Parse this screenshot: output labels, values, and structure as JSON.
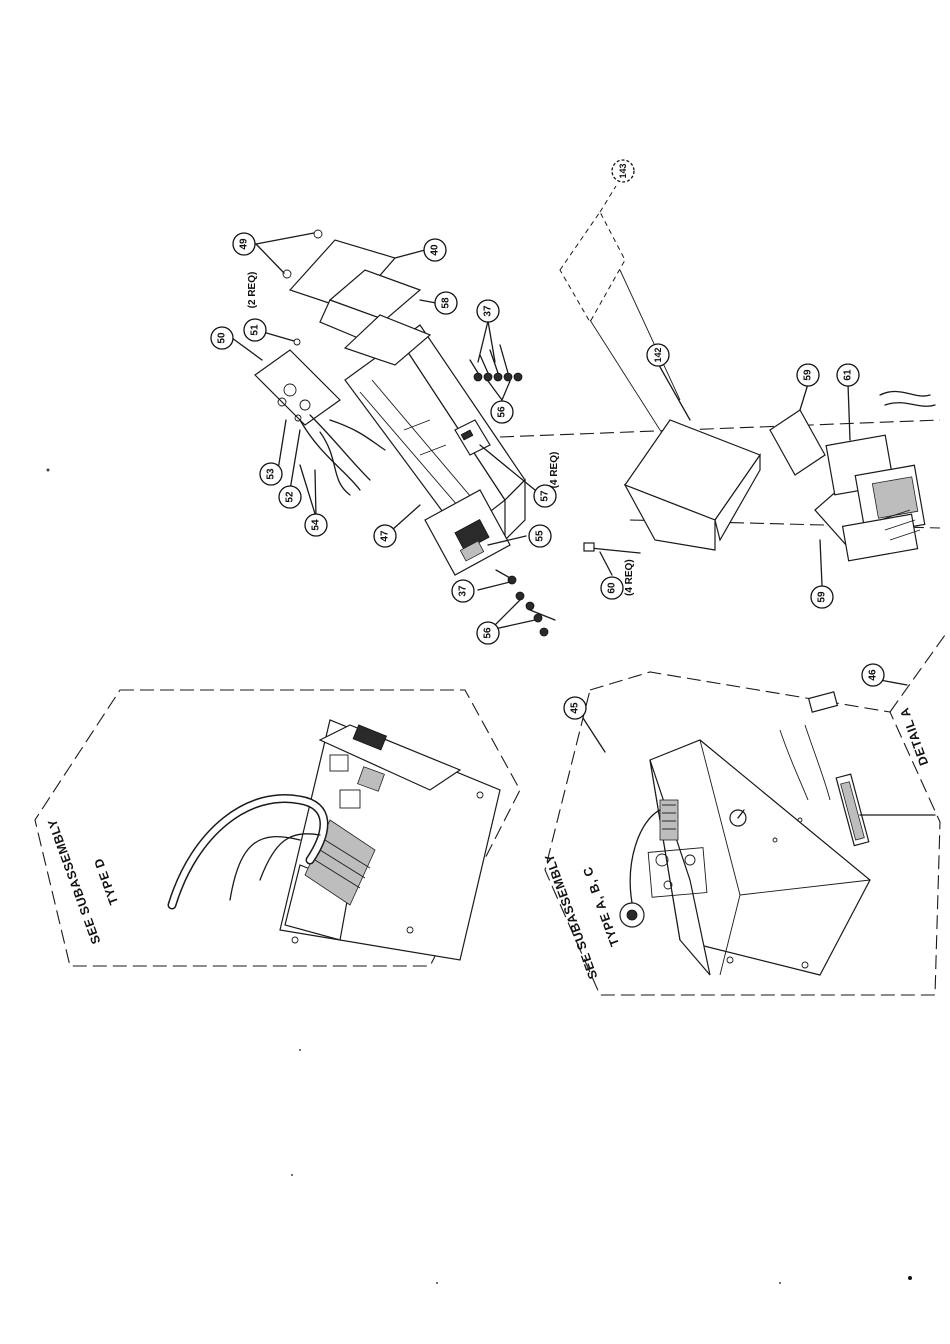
{
  "callouts": [
    {
      "id": "49",
      "label": "49"
    },
    {
      "id": "40",
      "label": "40"
    },
    {
      "id": "58",
      "label": "58"
    },
    {
      "id": "51",
      "label": "51"
    },
    {
      "id": "50",
      "label": "50"
    },
    {
      "id": "37a",
      "label": "37"
    },
    {
      "id": "56a",
      "label": "56"
    },
    {
      "id": "53",
      "label": "53"
    },
    {
      "id": "52",
      "label": "52"
    },
    {
      "id": "54",
      "label": "54"
    },
    {
      "id": "47",
      "label": "47"
    },
    {
      "id": "55",
      "label": "55"
    },
    {
      "id": "57",
      "label": "57"
    },
    {
      "id": "37b",
      "label": "37"
    },
    {
      "id": "56b",
      "label": "56"
    },
    {
      "id": "143",
      "label": "143"
    },
    {
      "id": "142",
      "label": "142"
    },
    {
      "id": "59a",
      "label": "59"
    },
    {
      "id": "61",
      "label": "61"
    },
    {
      "id": "60",
      "label": "60"
    },
    {
      "id": "59b",
      "label": "59"
    },
    {
      "id": "45",
      "label": "45"
    },
    {
      "id": "46",
      "label": "46"
    }
  ],
  "notes": {
    "req2": "(2 REQ)",
    "req4a": "(4 REQ)",
    "req4b": "(4 REQ)"
  },
  "panels": {
    "type_d_line1": "SEE SUBASSEMBLY",
    "type_d_line2": "TYPE D",
    "type_abc_line1": "SEE SUBASSEMBLY",
    "type_abc_line2": "TYPE A, B, C",
    "detail": "DETAIL A"
  }
}
